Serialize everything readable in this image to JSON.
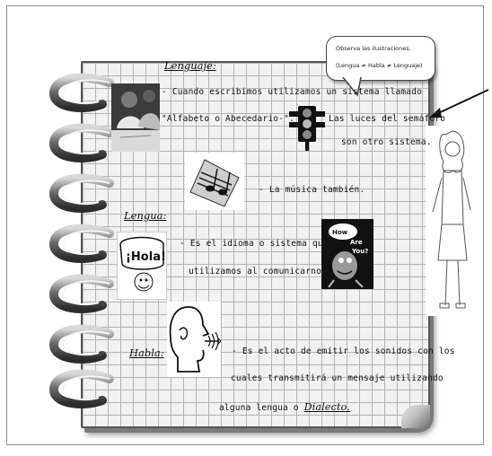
{
  "callout": {
    "line1": "Observa  las ilustraciones.",
    "line2": "(Lengua ≠ Habla ≠ Lenguaje)"
  },
  "sections": {
    "lenguaje": {
      "heading": "Lenguaje:",
      "line1": "- Cuando escribimos utilizamos un sistema llamado",
      "line2": "\"Alfabeto o Abecedario-\".",
      "semaforo1": "Las luces del semáforo",
      "semaforo2": "son otro sistema.",
      "musica": "- La música también."
    },
    "lengua": {
      "heading": "Lengua:",
      "line1": "- Es el idioma o sistema  que",
      "line2": "utilizamos  al comunicarnos.",
      "hola": "¡Hola!"
    },
    "habla": {
      "heading": "Habla:",
      "line1": "- Es el acto de emitir los sonidos  con los",
      "line2": "cuales transmitirá un mensaje utilizando",
      "line3": "alguna lengua o ",
      "dialecto": "Dialecto."
    },
    "cartoon": {
      "word1": "How",
      "word2": "Are",
      "word3": "You?"
    }
  },
  "colors": {
    "grid": "#b5b5b5",
    "paper": "#f2f2f2",
    "ring": "#5a5a5a"
  },
  "icons": [
    "notebook-ring-icon",
    "traffic-light-icon",
    "music-note-icon",
    "speaking-head-icon",
    "arrow-icon"
  ]
}
